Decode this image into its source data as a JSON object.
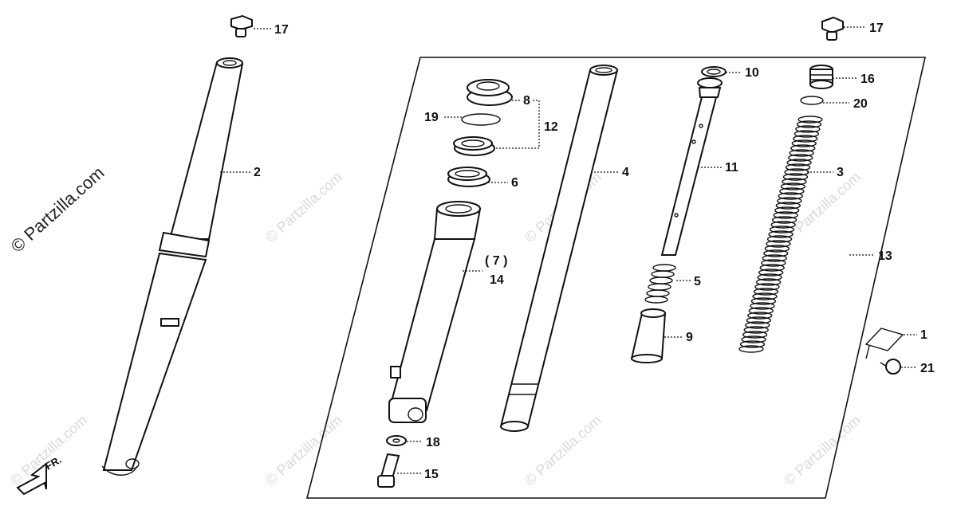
{
  "watermark": {
    "main": "© Partzilla.com",
    "repeat": "© Partzilla.com"
  },
  "direction_label": "FR.",
  "callouts": [
    {
      "id": "c17a",
      "text": "17"
    },
    {
      "id": "c17b",
      "text": "17"
    },
    {
      "id": "c2",
      "text": "2"
    },
    {
      "id": "c8",
      "text": "8"
    },
    {
      "id": "c19",
      "text": "19"
    },
    {
      "id": "c12",
      "text": "12"
    },
    {
      "id": "c6",
      "text": "6"
    },
    {
      "id": "c4",
      "text": "4"
    },
    {
      "id": "c10",
      "text": "10"
    },
    {
      "id": "c11",
      "text": "11"
    },
    {
      "id": "c16",
      "text": "16"
    },
    {
      "id": "c20",
      "text": "20"
    },
    {
      "id": "c3",
      "text": "3"
    },
    {
      "id": "c13",
      "text": "13"
    },
    {
      "id": "c7",
      "text": "( 7 )"
    },
    {
      "id": "c14",
      "text": "14"
    },
    {
      "id": "c5",
      "text": "5"
    },
    {
      "id": "c9",
      "text": "9"
    },
    {
      "id": "c1",
      "text": "1"
    },
    {
      "id": "c21",
      "text": "21"
    },
    {
      "id": "c18",
      "text": "18"
    },
    {
      "id": "c15",
      "text": "15"
    }
  ]
}
